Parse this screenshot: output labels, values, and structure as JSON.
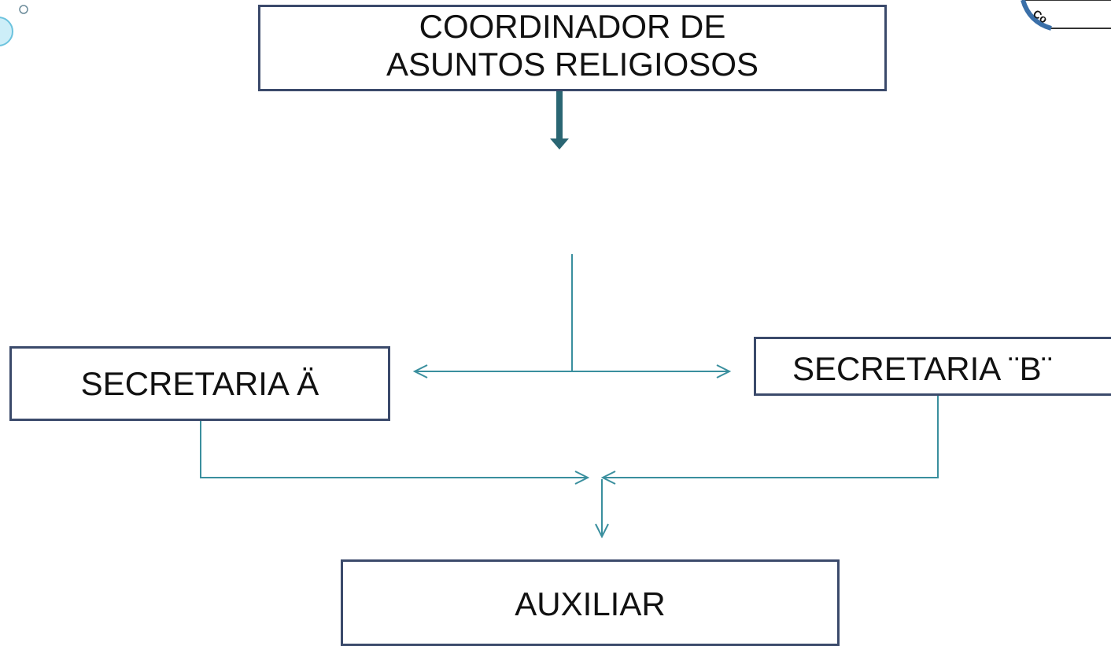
{
  "org_chart": {
    "top": {
      "label": "COORDINADOR DE ASUNTOS RELIGIOSOS"
    },
    "left": {
      "label": "SECRETARIA Ä"
    },
    "right": {
      "label": "SECRETARIA ¨B¨"
    },
    "bottom": {
      "label": "AUXILIAR"
    }
  },
  "colors": {
    "box_border": "#3b4a6b",
    "connector": "#3a8f9e",
    "thick_arrow": "#2a6673",
    "bubble": "#7fd0e8"
  }
}
